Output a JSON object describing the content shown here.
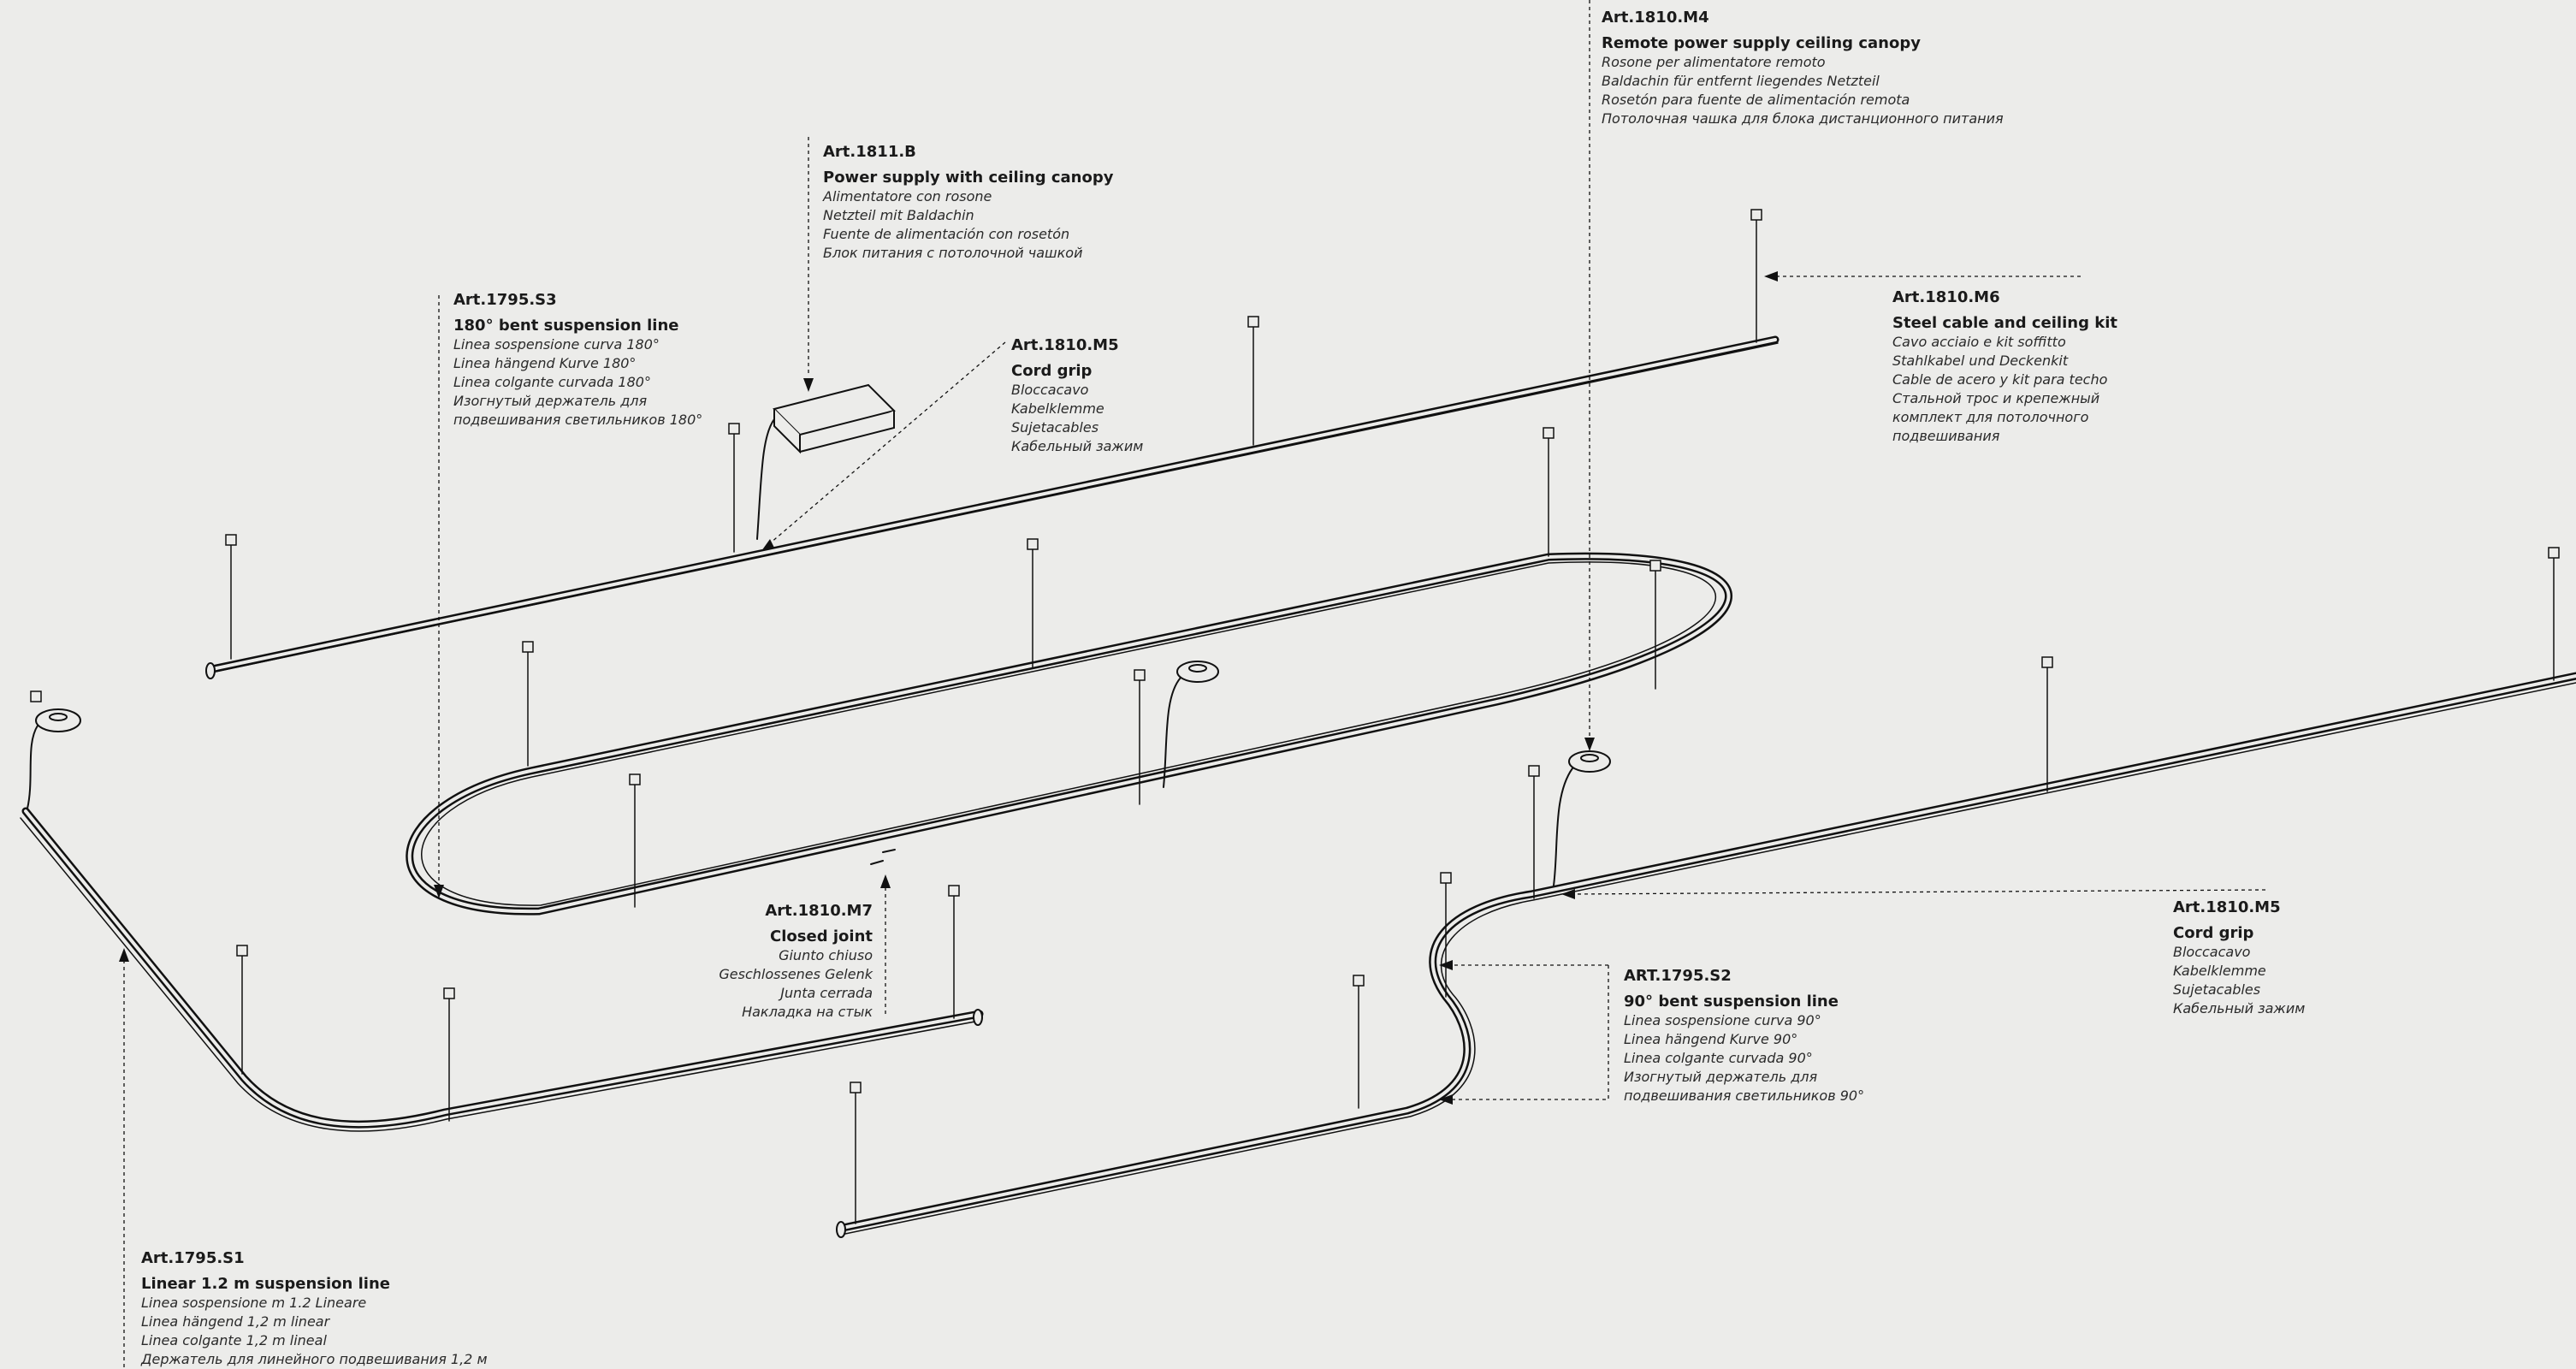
{
  "labels": [
    {
      "id": "art-1810-m4",
      "art": "Art.1810.M4",
      "title": "Remote power supply ceiling canopy",
      "translations": [
        "Rosone per alimentatore remoto",
        "Baldachin für entfernt liegendes Netzteil",
        "Rosetón para fuente de alimentación remota",
        "Потолочная чашка для блока дистанционного питания"
      ]
    },
    {
      "id": "art-1811-b",
      "art": "Art.1811.B",
      "title": "Power supply with ceiling canopy",
      "translations": [
        "Alimentatore con rosone",
        "Netzteil mit Baldachin",
        "Fuente de alimentación con rosetón",
        "Блок питания с потолочной чашкой"
      ]
    },
    {
      "id": "art-1795-s3",
      "art": "Art.1795.S3",
      "title": "180° bent suspension line",
      "translations": [
        "Linea sospensione curva 180°",
        "Linea hängend Kurve 180°",
        "Linea colgante curvada 180°",
        "Изогнутый держатель для",
        "подвешивания светильников 180°"
      ]
    },
    {
      "id": "art-1810-m5-top",
      "art": "Art.1810.M5",
      "title": "Cord grip",
      "translations": [
        "Bloccacavo",
        "Kabelklemme",
        "Sujetacables",
        "Кабельный зажим"
      ]
    },
    {
      "id": "art-1810-m6",
      "art": "Art.1810.M6",
      "title": "Steel cable and ceiling kit",
      "translations": [
        "Cavo acciaio e kit soffitto",
        "Stahlkabel und Deckenkit",
        "Cable de acero y kit para techo",
        "Стальной трос и крепежный",
        "комплект для потолочного",
        "подвешивания"
      ]
    },
    {
      "id": "art-1810-m7",
      "art": "Art.1810.M7",
      "title": "Closed joint",
      "translations": [
        "Giunto chiuso",
        "Geschlossenes Gelenk",
        "Junta cerrada",
        "Накладка на стык"
      ]
    },
    {
      "id": "art-1810-m5-right",
      "art": "Art.1810.M5",
      "title": "Cord grip",
      "translations": [
        "Bloccacavo",
        "Kabelklemme",
        "Sujetacables",
        "Кабельный зажим"
      ]
    },
    {
      "id": "art-1795-s2",
      "art": "ART.1795.S2",
      "title": "90° bent suspension line",
      "translations": [
        "Linea sospensione curva 90°",
        "Linea hängend Kurve 90°",
        "Linea colgante curvada 90°",
        "Изогнутый держатель для",
        "подвешивания светильников 90°"
      ]
    },
    {
      "id": "art-1795-s1",
      "art": "Art.1795.S1",
      "title": "Linear 1.2 m suspension line",
      "translations": [
        "Linea sospensione m 1.2 Lineare",
        "Linea hängend 1,2 m linear",
        "Linea colgante 1,2 m lineal",
        "Держатель для линейного подвешивания 1,2 м"
      ]
    }
  ]
}
